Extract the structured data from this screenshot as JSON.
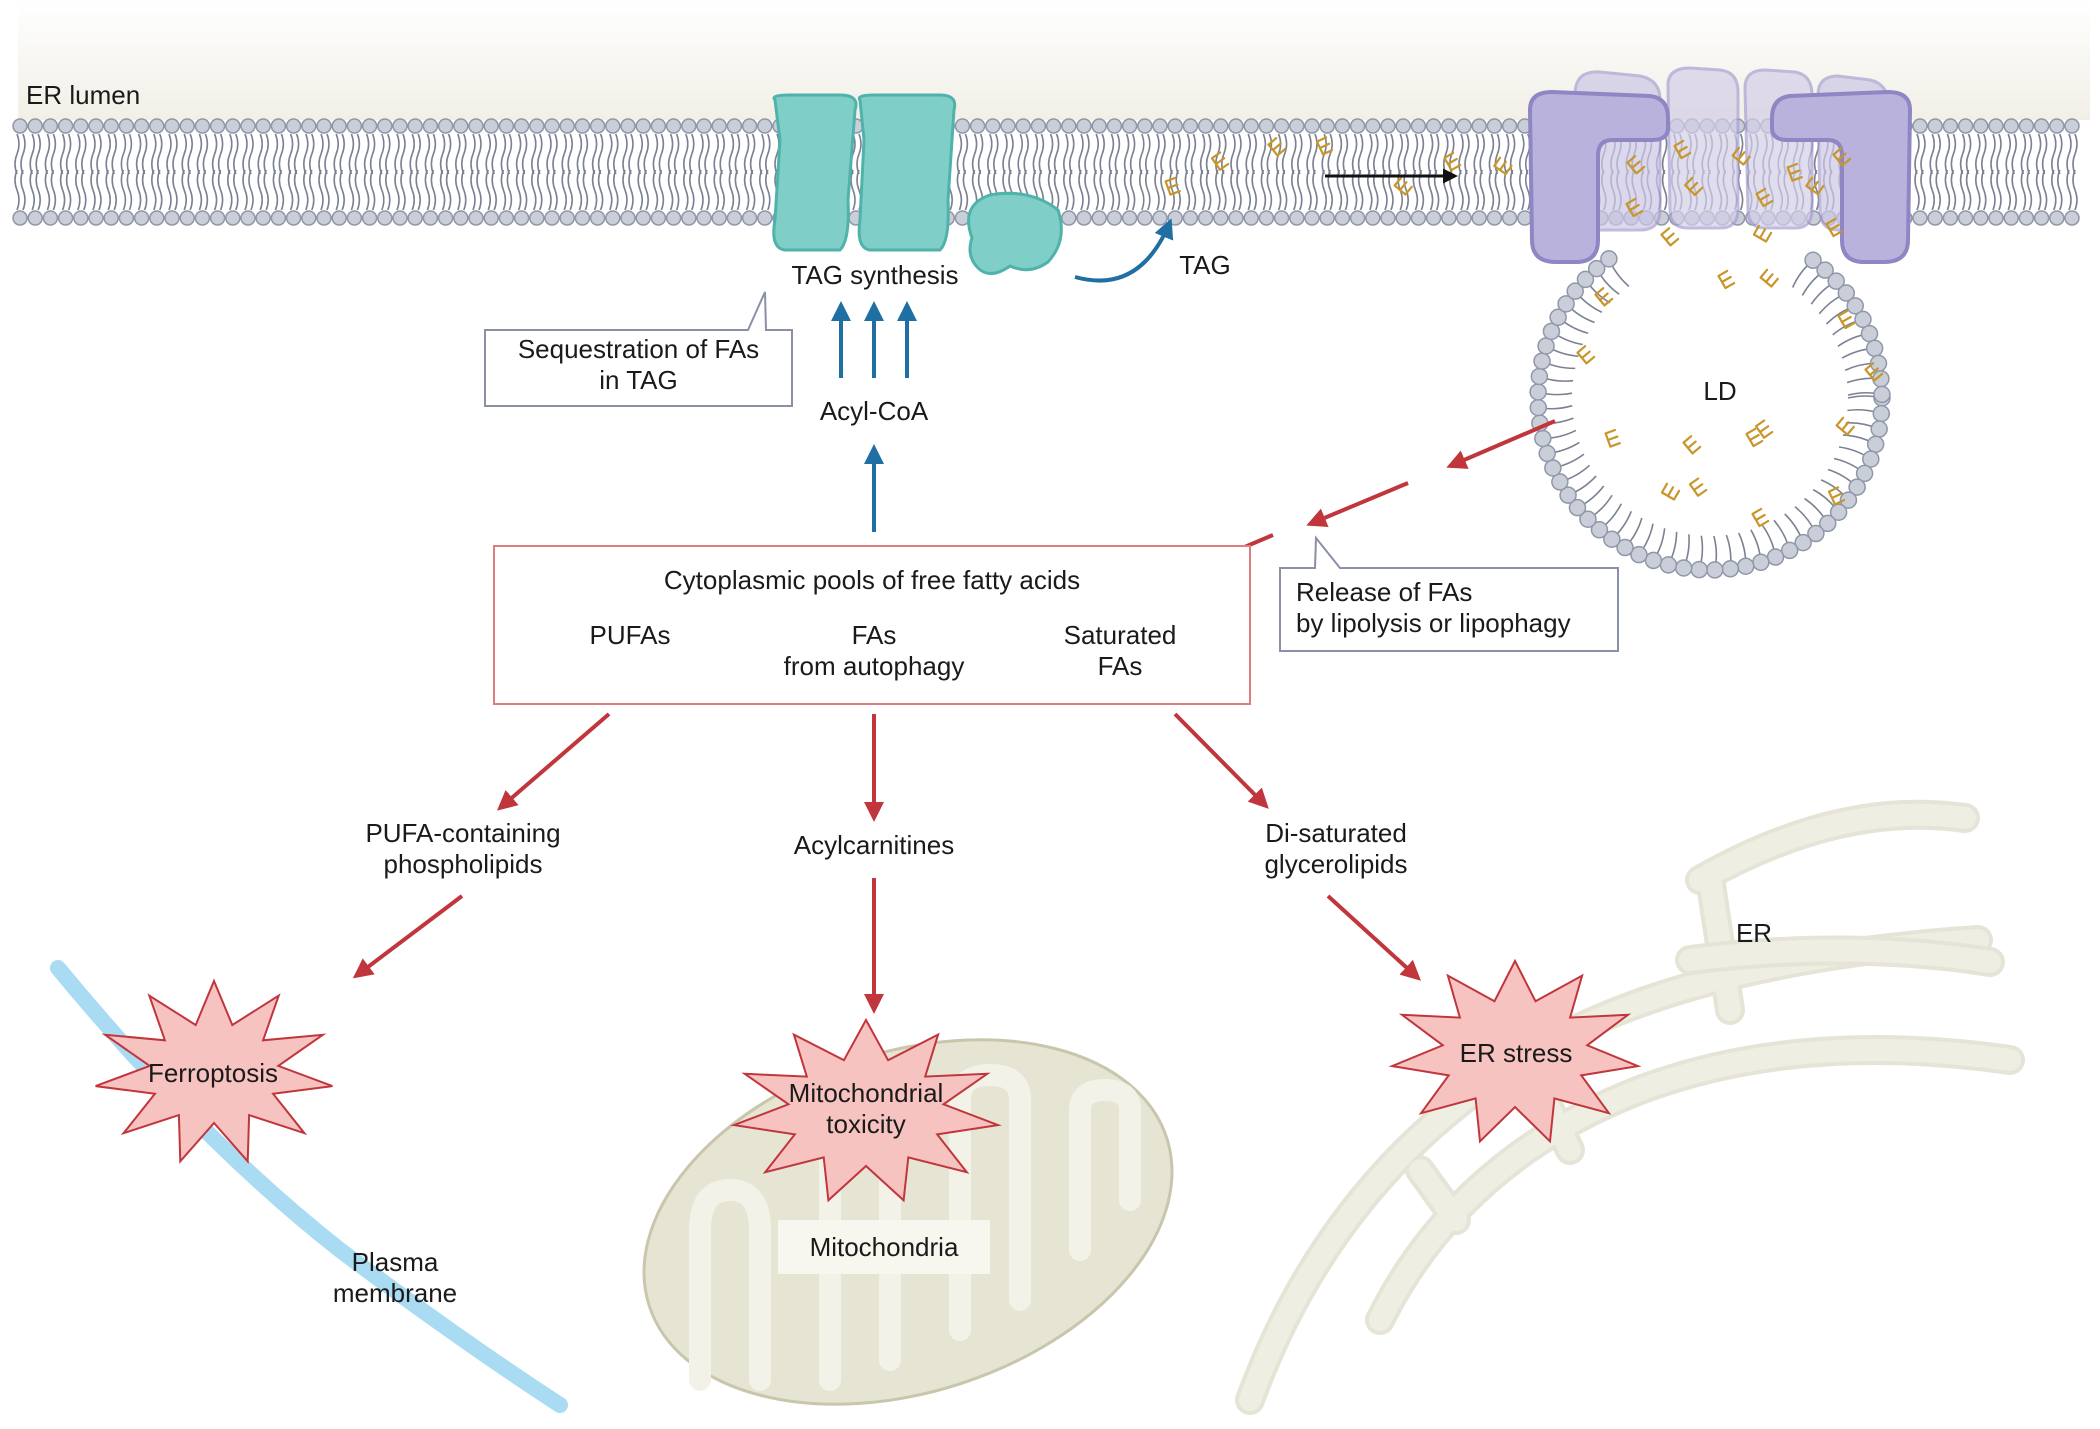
{
  "labels": {
    "er_lumen": "ER lumen",
    "tag_synthesis": "TAG synthesis",
    "tag": "TAG",
    "acyl_coa": "Acyl-CoA",
    "ld": "LD",
    "sequestration_line1": "Sequestration of FAs",
    "sequestration_line2": "in TAG",
    "release_line1": "Release of FAs",
    "release_line2": "by lipolysis or lipophagy",
    "pool_title": "Cytoplasmic pools of free fatty acids",
    "pufas": "PUFAs",
    "fas_autophagy_line1": "FAs",
    "fas_autophagy_line2": "from autophagy",
    "saturated_line1": "Saturated",
    "saturated_line2": "FAs",
    "pufa_pl_line1": "PUFA-containing",
    "pufa_pl_line2": "phospholipids",
    "acylcarnitines": "Acylcarnitines",
    "disat_line1": "Di-saturated",
    "disat_line2": "glycerolipids",
    "ferroptosis": "Ferroptosis",
    "mito_tox_line1": "Mitochondrial",
    "mito_tox_line2": "toxicity",
    "er_stress": "ER stress",
    "er": "ER",
    "mitochondria": "Mitochondria",
    "plasma_line1": "Plasma",
    "plasma_line2": "membrane"
  },
  "colors": {
    "membrane_head": "#c9ced9",
    "membrane_head_stroke": "#8f97a8",
    "enzyme": "#7fcfc8",
    "enzyme_dark": "#4fb3ab",
    "seipin": "#b9b2dc",
    "seipin_dark": "#8f86c4",
    "blue_arrow": "#1f6fa3",
    "red_arrow": "#c0363c",
    "burst_fill": "#f6c3c0",
    "burst_stroke": "#c0363c",
    "tag_molecule": "#c8962a",
    "er_tubule": "#efeee3",
    "mito_fill": "#e6e4d3",
    "plasma": "#a9dcf3",
    "box_border": "#e07b80",
    "callout_border": "#8a90a6"
  },
  "icons": [
    "enzyme-icon",
    "seipin-icon",
    "lipid-droplet-icon",
    "burst-icon",
    "mitochondrion-icon",
    "er-tubule-icon",
    "plasma-membrane-icon"
  ]
}
